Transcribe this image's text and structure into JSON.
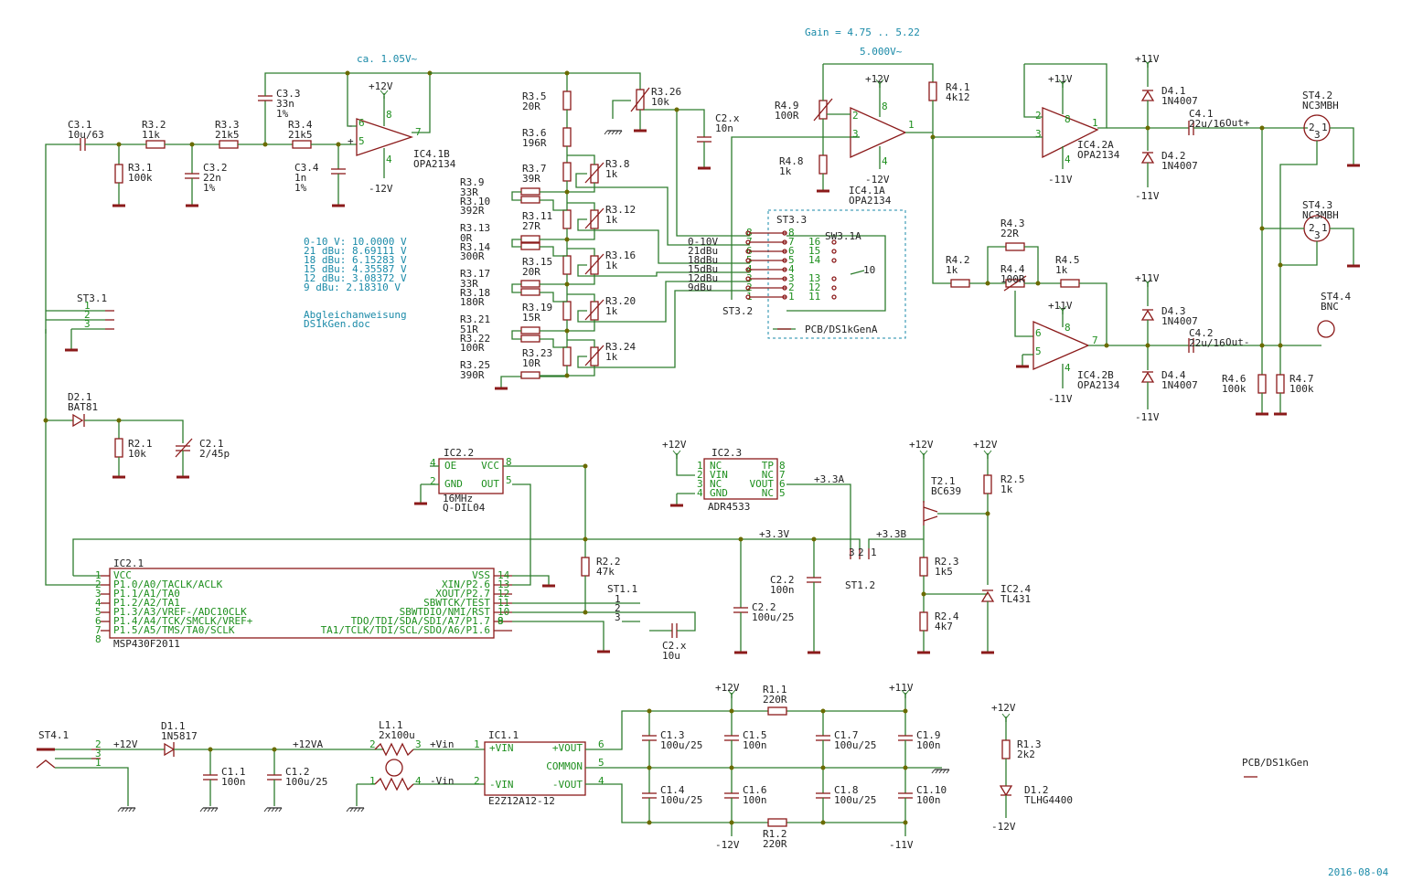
{
  "top_notes": {
    "gain": "Gain = 4.75 .. 5.22",
    "v5": "5.000V~",
    "v105": "ca. 1.05V~"
  },
  "cal_table": [
    "0-10 V: 10.0000 V",
    "21 dBu: 8.69111 V",
    "18 dBu: 6.15283 V",
    "15 dBu: 4.35587 V",
    "12 dBu: 3.08372 V",
    "9 dBu: 2.18310 V"
  ],
  "cal_doc": [
    "Abgleichanweisung",
    "DS1kGen.doc"
  ],
  "parts": {
    "c31": [
      "C3.1",
      "10u/63"
    ],
    "r32": [
      "R3.2",
      "11k"
    ],
    "r33": [
      "R3.3",
      "21k5"
    ],
    "r34": [
      "R3.4",
      "21k5"
    ],
    "r31": [
      "R3.1",
      "100k"
    ],
    "c32": [
      "C3.2",
      "22n",
      "1%"
    ],
    "c33": [
      "C3.3",
      "33n",
      "1%"
    ],
    "c34": [
      "C3.4",
      "1n",
      "1%"
    ],
    "ic41b": [
      "IC4.1B",
      "OPA2134"
    ],
    "ic41a": [
      "IC4.1A",
      "OPA2134"
    ],
    "ic42a": [
      "IC4.2A",
      "OPA2134"
    ],
    "ic42b": [
      "IC4.2B",
      "OPA2134"
    ],
    "r35": [
      "R3.5",
      "20R"
    ],
    "r36": [
      "R3.6",
      "196R"
    ],
    "r37": [
      "R3.7",
      "39R"
    ],
    "r38": [
      "R3.8",
      "1k"
    ],
    "r39": [
      "R3.9",
      "33R"
    ],
    "r310": [
      "R3.10",
      "392R"
    ],
    "r311": [
      "R3.11",
      "27R"
    ],
    "r312": [
      "R3.12",
      "1k"
    ],
    "r313": [
      "R3.13",
      "0R"
    ],
    "r314": [
      "R3.14",
      "300R"
    ],
    "r315": [
      "R3.15",
      "20R"
    ],
    "r316": [
      "R3.16",
      "1k"
    ],
    "r317": [
      "R3.17",
      "33R"
    ],
    "r318": [
      "R3.18",
      "180R"
    ],
    "r319": [
      "R3.19",
      "15R"
    ],
    "r320": [
      "R3.20",
      "1k"
    ],
    "r321": [
      "R3.21",
      "51R"
    ],
    "r322": [
      "R3.22",
      "100R"
    ],
    "r323": [
      "R3.23",
      "10R"
    ],
    "r324": [
      "R3.24",
      "1k"
    ],
    "r325": [
      "R3.25",
      "390R"
    ],
    "r326": [
      "R3.26",
      "10k"
    ],
    "c2x": [
      "C2.x",
      "10n"
    ],
    "r49": [
      "R4.9",
      "100R"
    ],
    "r48": [
      "R4.8",
      "1k"
    ],
    "r41": [
      "R4.1",
      "4k12"
    ],
    "r42": [
      "R4.2",
      "1k"
    ],
    "r43": [
      "R4.3",
      "22R"
    ],
    "r44": [
      "R4.4",
      "100R"
    ],
    "r45": [
      "R4.5",
      "1k"
    ],
    "d41": [
      "D4.1",
      "1N4007"
    ],
    "d42": [
      "D4.2",
      "1N4007"
    ],
    "d43": [
      "D4.3",
      "1N4007"
    ],
    "d44": [
      "D4.4",
      "1N4007"
    ],
    "c41": [
      "C4.1",
      "22u/16"
    ],
    "c42": [
      "C4.2",
      "22u/16"
    ],
    "r46": [
      "R4.6",
      "100k"
    ],
    "r47": [
      "R4.7",
      "100k"
    ],
    "st42": [
      "ST4.2",
      "NC3MBH"
    ],
    "st43": [
      "ST4.3",
      "NC3MBH"
    ],
    "st44": [
      "ST4.4",
      "BNC"
    ],
    "st31": "ST3.1",
    "st33": "ST3.3",
    "st32": "ST3.2",
    "sw31a": "SW3.1A",
    "pcbA": "PCB/DS1kGenA",
    "d21": [
      "D2.1",
      "BAT81"
    ],
    "r21": [
      "R2.1",
      "10k"
    ],
    "c21": [
      "C2.1",
      "2/45p"
    ],
    "ic22": [
      "IC2.2",
      "16MHz",
      "Q-DIL04"
    ],
    "ic23": [
      "IC2.3",
      "ADR4533"
    ],
    "ic21": [
      "IC2.1",
      "MSP430F2011"
    ],
    "r22": [
      "R2.2",
      "47k"
    ],
    "c22a": [
      "C2.2",
      "100n"
    ],
    "c22b": [
      "C2.2",
      "100u/25"
    ],
    "st11": "ST1.1",
    "c2x2": [
      "C2.x",
      "10u"
    ],
    "st12": "ST1.2",
    "t21": [
      "T2.1",
      "BC639"
    ],
    "r25": [
      "R2.5",
      "1k"
    ],
    "r23": [
      "R2.3",
      "1k5"
    ],
    "r24": [
      "R2.4",
      "4k7"
    ],
    "ic24": [
      "IC2.4",
      "TL431"
    ],
    "st41": "ST4.1",
    "d11": [
      "D1.1",
      "1N5817"
    ],
    "c11": [
      "C1.1",
      "100n"
    ],
    "c12": [
      "C1.2",
      "100u/25"
    ],
    "l11": [
      "L1.1",
      "2x100u"
    ],
    "ic11": [
      "IC1.1",
      "E2Z12A12-12"
    ],
    "r11": [
      "R1.1",
      "220R"
    ],
    "r12": [
      "R1.2",
      "220R"
    ],
    "c13": [
      "C1.3",
      "100u/25"
    ],
    "c14": [
      "C1.4",
      "100u/25"
    ],
    "c15": [
      "C1.5",
      "100n"
    ],
    "c16": [
      "C1.6",
      "100n"
    ],
    "c17": [
      "C1.7",
      "100u/25"
    ],
    "c18": [
      "C1.8",
      "100u/25"
    ],
    "c19": [
      "C1.9",
      "100n"
    ],
    "c110": [
      "C1.10",
      "100n"
    ],
    "r13": [
      "R1.3",
      "2k2"
    ],
    "d12": [
      "D1.2",
      "TLHG4400"
    ],
    "pcb": "PCB/DS1kGen"
  },
  "ic21_pins_left": [
    "VCC",
    "P1.0/A0/TACLK/ACLK",
    "P1.1/A1/TA0",
    "P1.2/A2/TA1",
    "P1.3/A3/VREF-/ADC10CLK",
    "P1.4/A4/TCK/SMCLK/VREF+",
    "P1.5/A5/TMS/TA0/SCLK"
  ],
  "ic21_pins_right": [
    "VSS",
    "XIN/P2.6",
    "XOUT/P2.7",
    "SBWTCK/TEST",
    "SBWTDIO/NMI/RST",
    "TDO/TDI/SDA/SDI/A7/P1.7",
    "TA1/TCLK/TDI/SCL/SDO/A6/P1.6"
  ],
  "ic21_nums_left": [
    "1",
    "2",
    "3",
    "4",
    "5",
    "6",
    "7",
    "8"
  ],
  "ic21_nums_right": [
    "14",
    "13",
    "12",
    "11",
    "10",
    "9"
  ],
  "ic22_pins": [
    "OE",
    "GND",
    "VCC",
    "OUT"
  ],
  "ic23_pins": [
    "NC",
    "VIN",
    "NC",
    "GND",
    "TP",
    "NC",
    "VOUT",
    "NC"
  ],
  "ic11_pins": [
    "+VIN",
    "-VIN",
    "+VOUT",
    "COMMON",
    "-VOUT"
  ],
  "ic11_pinnums": [
    "1",
    "2",
    "6",
    "5",
    "4"
  ],
  "range_labels": [
    "0-10V",
    "21dBu",
    "18dBu",
    "15dBu",
    "12dBu",
    "9dBu"
  ],
  "sw_pins_left": [
    "8",
    "7",
    "6",
    "5",
    "4",
    "3",
    "2",
    "1"
  ],
  "sw_pins_right": [
    "8",
    "7",
    "6",
    "5",
    "4",
    "3",
    "2",
    "1"
  ],
  "sw_nums": [
    "16",
    "15",
    "14",
    "13",
    "12",
    "11",
    "10"
  ],
  "nets": {
    "p12v": "+12V",
    "m12v": "-12V",
    "p11v": "+11V",
    "m11v": "-11V",
    "p33v": "+3.3V",
    "p33a": "+3.3A",
    "p33b": "+3.3B",
    "p12va": "+12VA",
    "pvin": "+Vin",
    "mvin": "-Vin",
    "outp": "Out+",
    "outm": "Out-"
  },
  "pinnums": {
    "one": "1",
    "two": "2",
    "three": "3",
    "four": "4",
    "five": "5",
    "six": "6",
    "seven": "7",
    "eight": "8",
    "ten": "10",
    "thirteen": "13",
    "fourteen": "14"
  },
  "date": "2016-08-04"
}
